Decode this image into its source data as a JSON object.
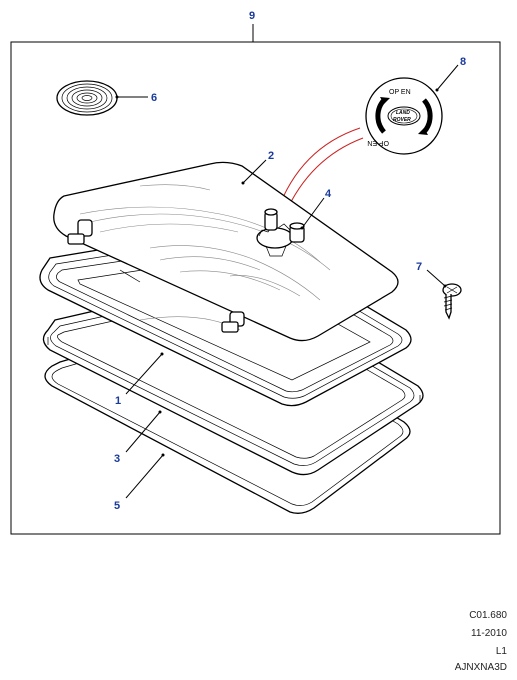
{
  "callouts": {
    "c1": "1",
    "c2": "2",
    "c3": "3",
    "c4": "4",
    "c5": "5",
    "c6": "6",
    "c7": "7",
    "c8": "8",
    "c9": "9"
  },
  "badge": {
    "open_top": "OP EN",
    "open_bottom": "OP EN",
    "logo_line1": "LAND",
    "logo_line2": "ROVER"
  },
  "footer": {
    "ref": "C01.680",
    "date": "11-2010",
    "level": "L1",
    "code": "AJNXNA3D"
  },
  "colors": {
    "callout": "#1a3a9c",
    "leader_red": "#cc2222"
  }
}
